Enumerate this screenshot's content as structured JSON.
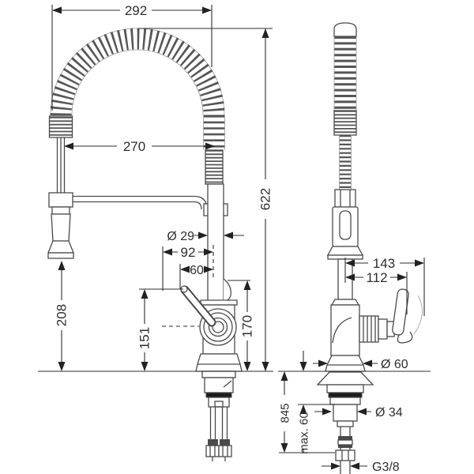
{
  "dimensions": {
    "overall_width": "292",
    "hose_reach": "270",
    "overall_height": "622",
    "spray_height": "208",
    "handle_tip_height": "151",
    "column_diameter": "Ø 29",
    "handle_reach": "92",
    "handle_offset": "60",
    "spout_height": "170",
    "side_reach_total": "143",
    "side_reach_spout": "112",
    "base_diameter": "Ø 60",
    "below_deck_length": "845",
    "max_mounting_thickness": "max. 60",
    "shank_diameter": "Ø 34",
    "connection_thread": "G3/8"
  },
  "style": {
    "background": "#ffffff",
    "line_color": "#4a4a4a",
    "dimension_color": "#2e2e2e"
  }
}
